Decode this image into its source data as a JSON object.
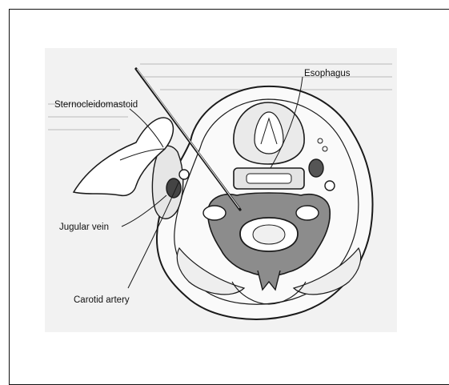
{
  "labels": {
    "esophagus": "Esophagus",
    "sternocleidomastoid": "Sternocleidomastoid",
    "jugular_vein": "Jugular vein",
    "carotid_artery": "Carotid artery"
  },
  "colors": {
    "background": "#ffffff",
    "figure_bg": "#f2f2f2",
    "ink": "#1a1a1a"
  }
}
